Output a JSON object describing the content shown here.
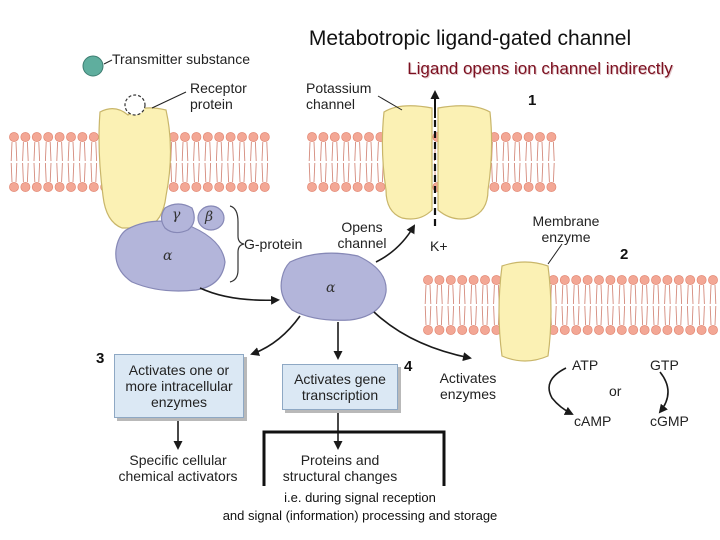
{
  "title": "Metabotropic ligand-gated channel",
  "subtitle_prefix": "Ligand opens ion channel ",
  "subtitle_emphasis": "indirectly",
  "labels": {
    "transmitter": "Transmitter substance",
    "receptor_l1": "Receptor",
    "receptor_l2": "protein",
    "potassium_l1": "Potassium",
    "potassium_l2": "channel",
    "membrane_enzyme_l1": "Membrane",
    "membrane_enzyme_l2": "enzyme",
    "gprotein": "G-protein",
    "opens_l1": "Opens",
    "opens_l2": "channel",
    "kplus": "K+",
    "activates_enzymes_l1": "Activates",
    "activates_enzymes_l2": "enzymes",
    "atp": "ATP",
    "gtp": "GTP",
    "or": "or",
    "camp": "cAMP",
    "cgmp": "cGMP",
    "specific_l1": "Specific cellular",
    "specific_l2": "chemical activators",
    "proteins_l1": "Proteins and",
    "proteins_l2": "structural changes",
    "alpha": "α",
    "beta": "β",
    "gamma": "γ"
  },
  "boxes": {
    "intracellular_l1": "Activates one or",
    "intracellular_l2": "more intracellular",
    "intracellular_l3": "enzymes",
    "gene_l1": "Activates gene",
    "gene_l2": "transcription"
  },
  "numbers": {
    "n1": "1",
    "n2": "2",
    "n3": "3",
    "n4": "4"
  },
  "note": {
    "line1": "i.e. during signal reception",
    "line2": "and signal (information) processing and storage"
  },
  "colors": {
    "protein": "#fbf1b4",
    "protein_outline": "#c9b66a",
    "gprotein": "#b3b5da",
    "gprotein_outline": "#8688b6",
    "lipid_head": "#f3a795",
    "transmitter": "#5fae9e",
    "box_fill": "#dbe8f4",
    "subtitle": "#7b1020"
  }
}
